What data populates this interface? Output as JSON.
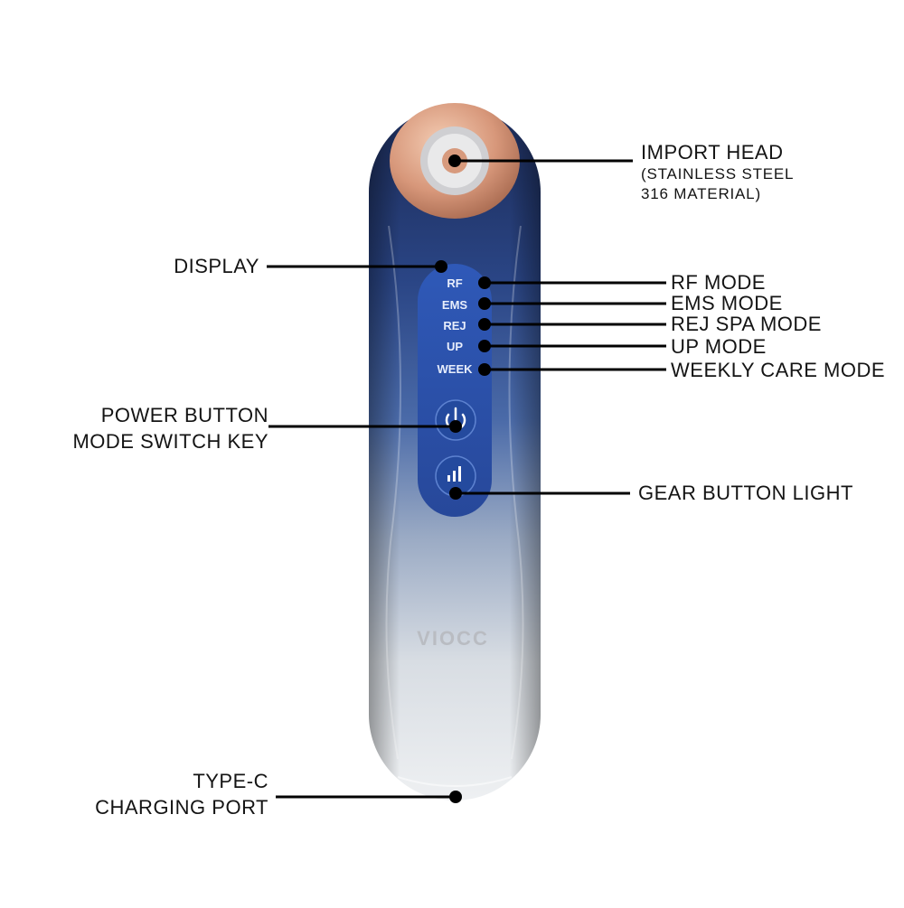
{
  "device": {
    "brand": "VIOCC",
    "panel_labels": [
      "RF",
      "EMS",
      "REJ",
      "UP",
      "WEEK"
    ]
  },
  "callouts": {
    "import_head": "IMPORT HEAD",
    "import_head_detail_1": "(STAINLESS STEEL",
    "import_head_detail_2": "316 MATERIAL)",
    "display": "DISPLAY",
    "rf_mode": "RF MODE",
    "ems_mode": "EMS MODE",
    "rej_spa_mode": "REJ SPA MODE",
    "up_mode": "UP MODE",
    "weekly_care_mode": "WEEKLY CARE MODE",
    "power_button_1": "POWER BUTTON",
    "power_button_2": "MODE SWITCH KEY",
    "gear_button_light": "GEAR BUTTON LIGHT",
    "type_c_1": "TYPE-C",
    "type_c_2": "CHARGING PORT"
  },
  "colors": {
    "body_top": "#1e2f63",
    "body_mid": "#2c4a8a",
    "body_bottom": "#e9ecef",
    "head_copper": "#d9a184",
    "leader": "#000000"
  },
  "icons": [
    "power-icon",
    "signal-bars-icon"
  ]
}
